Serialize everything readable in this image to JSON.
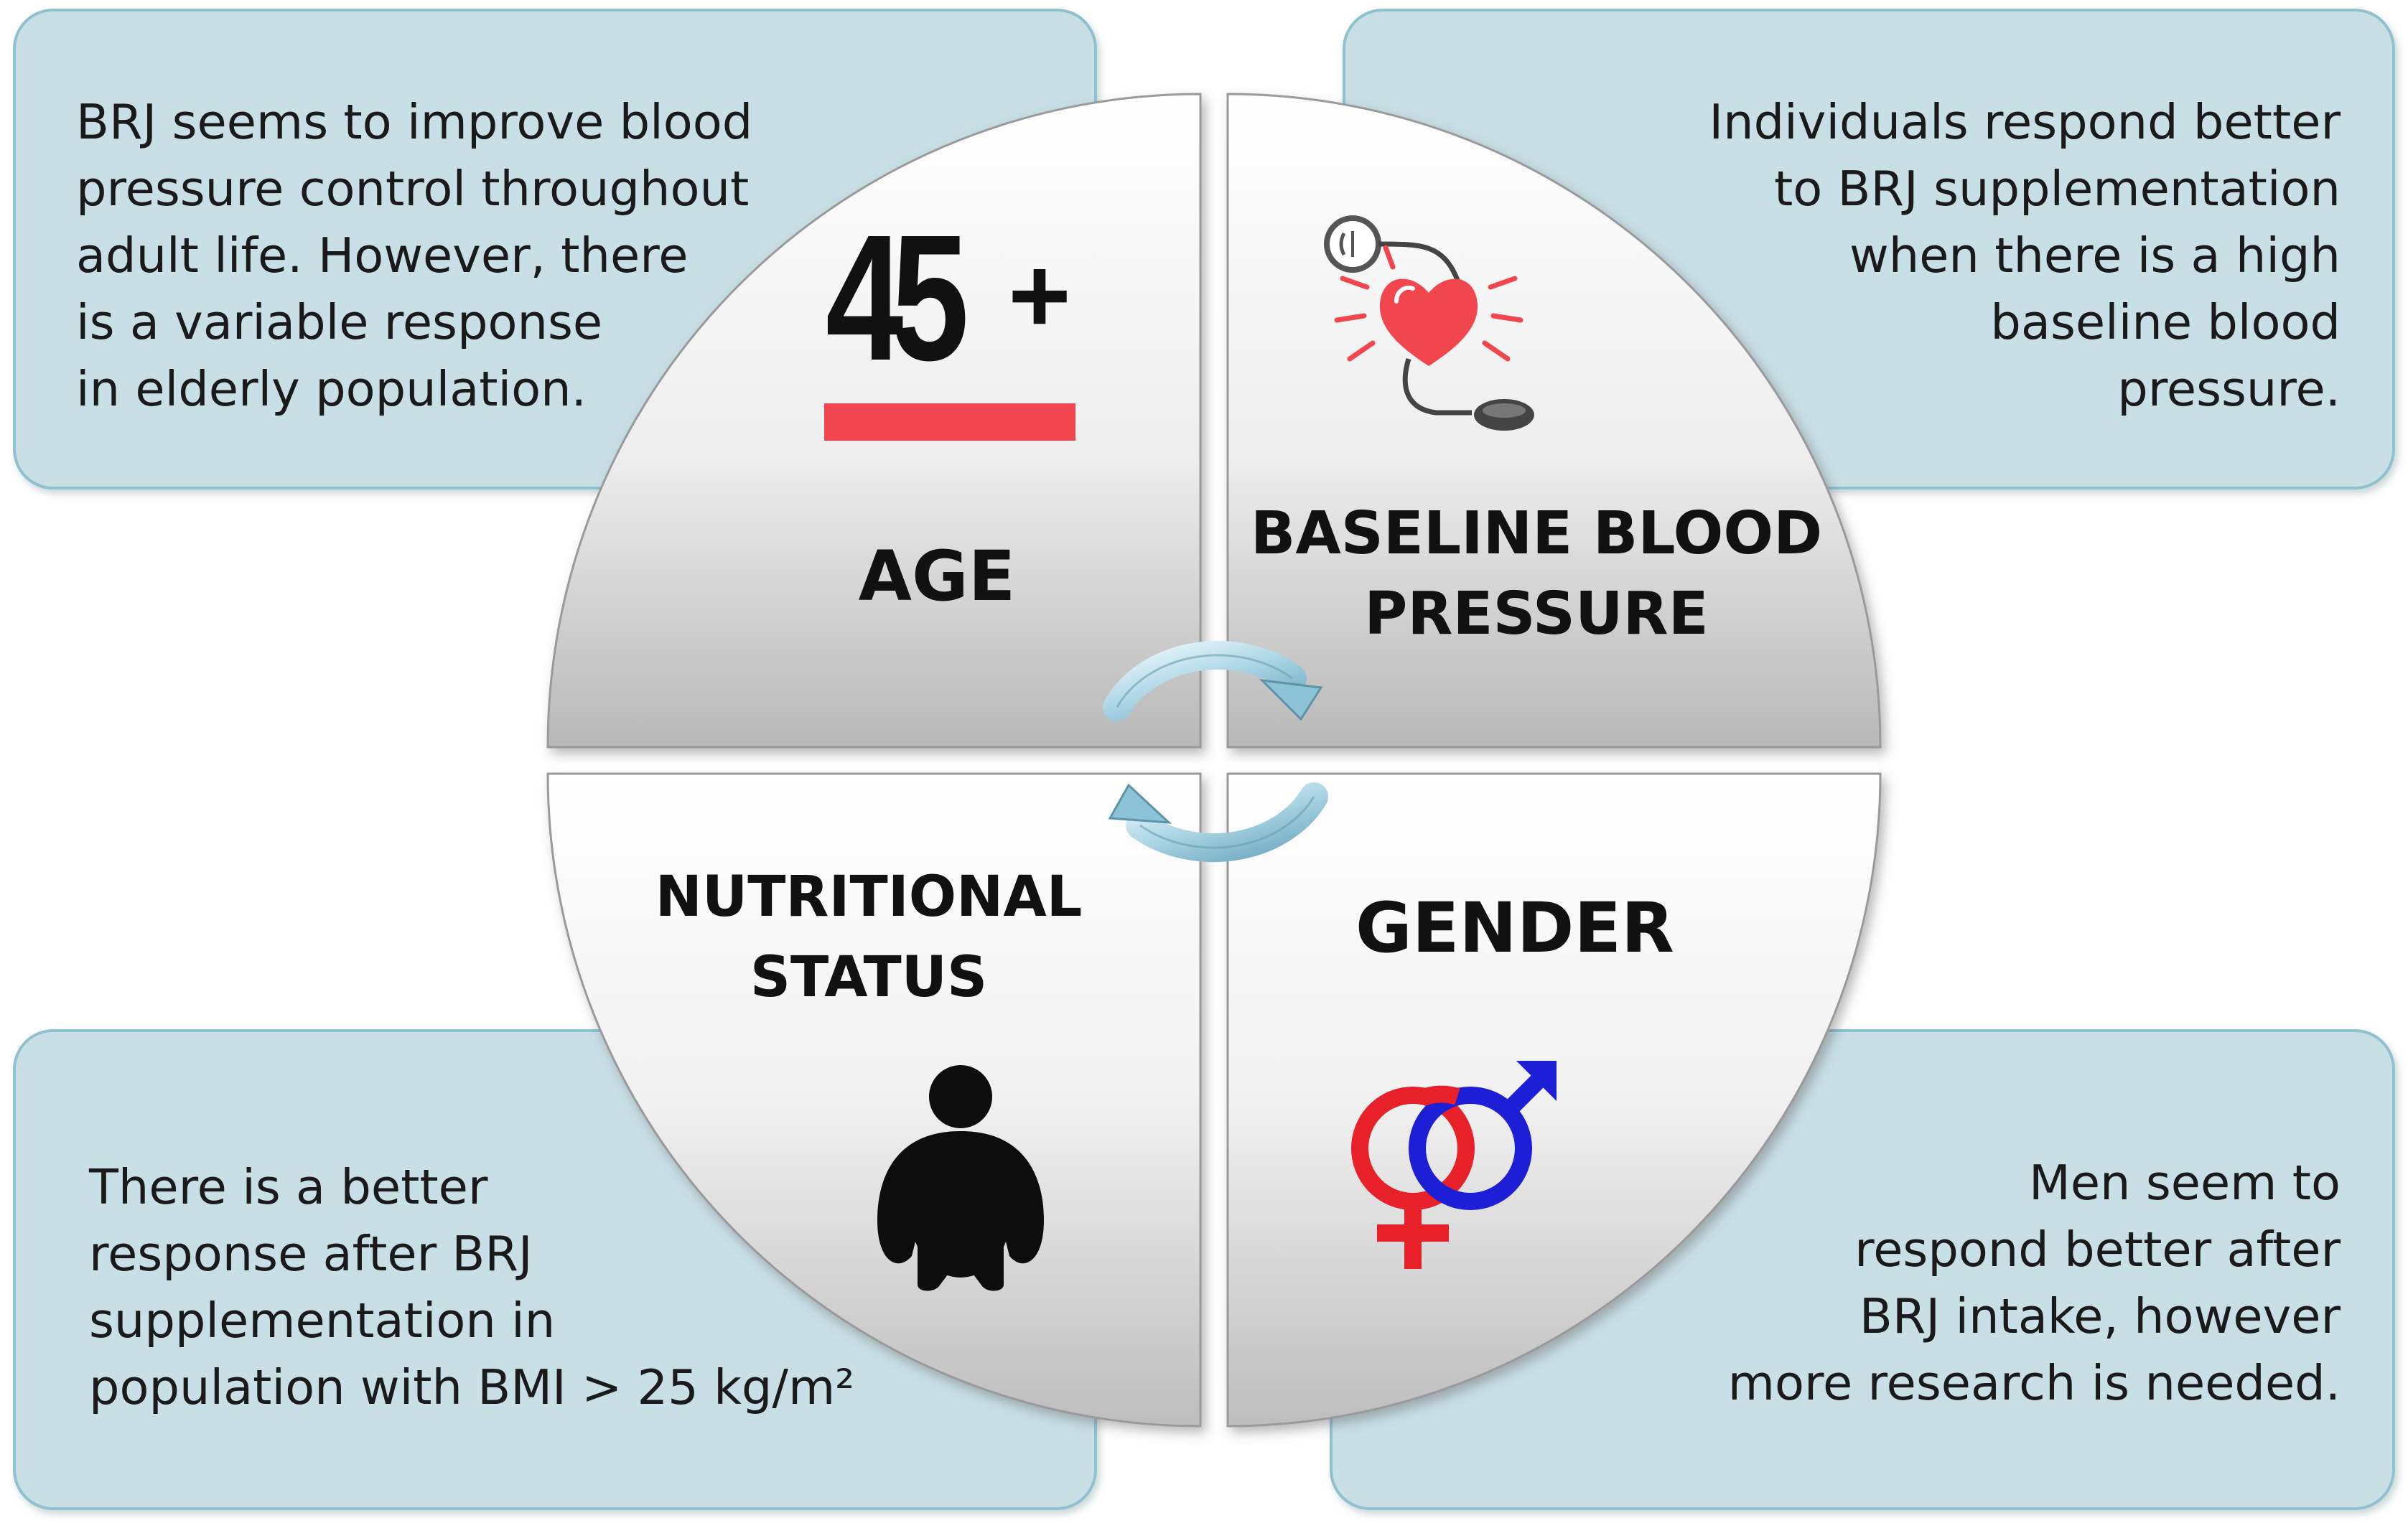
{
  "top_left_box": {
    "lines": [
      "BRJ seems to improve blood",
      "pressure control throughout",
      "adult life.  However, there",
      "is a variable response",
      "in elderly population."
    ]
  },
  "top_right_box": {
    "lines": [
      "Individuals respond better",
      "to BRJ supplementation",
      "when there is a high",
      "baseline blood",
      "pressure."
    ]
  },
  "bottom_left_box": {
    "lines": [
      "There is a better",
      "response after BRJ",
      "supplementation in",
      "population with BMI > 25 kg/m²"
    ]
  },
  "bottom_right_box": {
    "lines": [
      "Men seem to",
      "respond better after",
      "BRJ intake, however",
      "more research is needed."
    ]
  },
  "quadrants": {
    "age": {
      "number": "45",
      "plus": "+",
      "label": "AGE",
      "bar_color": "#f2464e"
    },
    "baseline_blood_pressure": {
      "label_lines": [
        "BASELINE BLOOD",
        "PRESSURE"
      ],
      "icon": "heart-blood-pressure-icon",
      "accent_color": "#f2464e"
    },
    "nutritional_status": {
      "label_lines": [
        "NUTRITIONAL",
        "STATUS"
      ],
      "icon": "obese-person-icon"
    },
    "gender": {
      "label": "GENDER",
      "icon": "gender-symbols-icon",
      "female_color": "#e8202a",
      "male_color": "#1d1fd6"
    }
  },
  "colors": {
    "box_fill": "#c8dfe6",
    "box_border": "#8fc1cf",
    "arrow_color": "#a9d4e4"
  }
}
